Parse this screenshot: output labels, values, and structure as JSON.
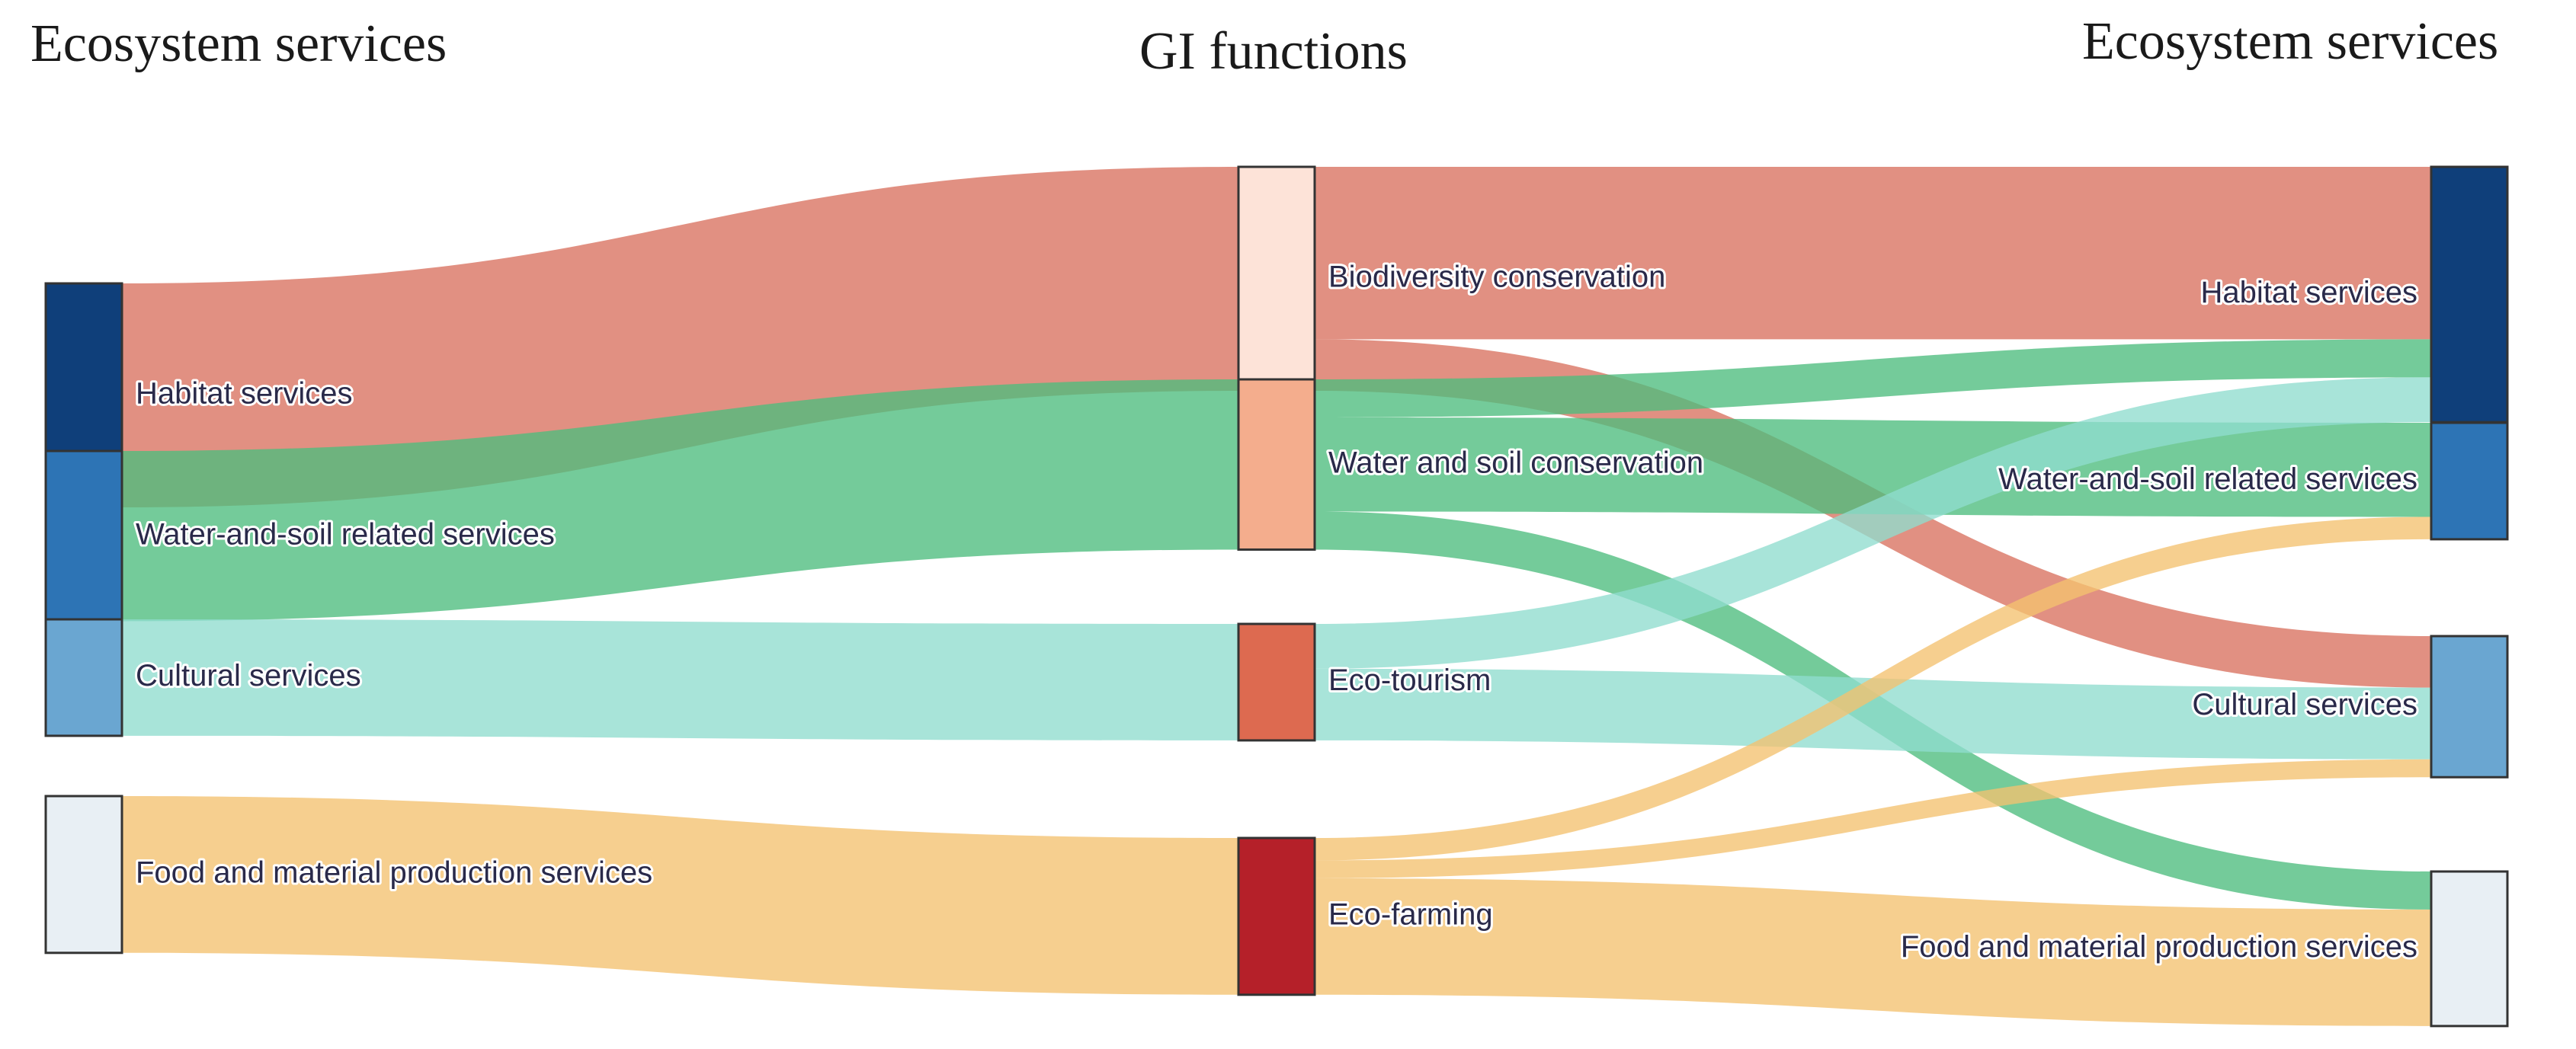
{
  "titles": {
    "left": "Ecosystem services",
    "middle": "GI functions",
    "right": "Ecosystem services"
  },
  "left_nodes": [
    {
      "id": "L_hab",
      "label": "Habitat services",
      "color": "#0f3f7a"
    },
    {
      "id": "L_ws",
      "label": "Water-and-soil related services",
      "color": "#2d74b5"
    },
    {
      "id": "L_cul",
      "label": "Cultural services",
      "color": "#6aa6d1"
    },
    {
      "id": "L_food",
      "label": "Food and material production services",
      "color": "#e8eff4"
    }
  ],
  "middle_nodes": [
    {
      "id": "M_bio",
      "label": "Biodiversity conservation",
      "color": "#fde3d8"
    },
    {
      "id": "M_ws",
      "label": "Water and soil conservation",
      "color": "#f4ad8d"
    },
    {
      "id": "M_eco",
      "label": "Eco-tourism",
      "color": "#dd6a50"
    },
    {
      "id": "M_farm",
      "label": "Eco-farming",
      "color": "#b52029"
    }
  ],
  "right_nodes": [
    {
      "id": "R_hab",
      "label": "Habitat services",
      "color": "#0f3f7a"
    },
    {
      "id": "R_ws",
      "label": "Water-and-soil related services",
      "color": "#2d74b5"
    },
    {
      "id": "R_cul",
      "label": "Cultural services",
      "color": "#6aa6d1"
    },
    {
      "id": "R_food",
      "label": "Food and material production services",
      "color": "#e8eff4"
    }
  ],
  "link_colors": {
    "habitat": "#d9715f",
    "water_soil": "#4dbd7e",
    "cultural": "#8fdcce",
    "food": "#f3c170"
  },
  "links": [
    {
      "source": "L_hab",
      "target": "M_bio",
      "value": 100,
      "color": "habitat"
    },
    {
      "source": "L_ws",
      "target": "M_ws",
      "value": 76,
      "color": "water_soil"
    },
    {
      "source": "L_cul",
      "target": "M_eco",
      "value": 52,
      "color": "cultural"
    },
    {
      "source": "L_food",
      "target": "M_farm",
      "value": 70,
      "color": "food"
    },
    {
      "source": "M_bio",
      "target": "R_hab",
      "value": 77,
      "color": "habitat"
    },
    {
      "source": "M_bio",
      "target": "R_cul",
      "value": 23,
      "color": "habitat"
    },
    {
      "source": "M_ws",
      "target": "R_hab",
      "value": 17,
      "color": "water_soil"
    },
    {
      "source": "M_ws",
      "target": "R_ws",
      "value": 42,
      "color": "water_soil"
    },
    {
      "source": "M_ws",
      "target": "R_food",
      "value": 17,
      "color": "water_soil"
    },
    {
      "source": "M_eco",
      "target": "R_hab",
      "value": 20,
      "color": "cultural"
    },
    {
      "source": "M_eco",
      "target": "R_cul",
      "value": 32,
      "color": "cultural"
    },
    {
      "source": "M_farm",
      "target": "R_ws",
      "value": 10,
      "color": "food"
    },
    {
      "source": "M_farm",
      "target": "R_cul",
      "value": 8,
      "color": "food"
    },
    {
      "source": "M_farm",
      "target": "R_food",
      "value": 52,
      "color": "food"
    }
  ]
}
